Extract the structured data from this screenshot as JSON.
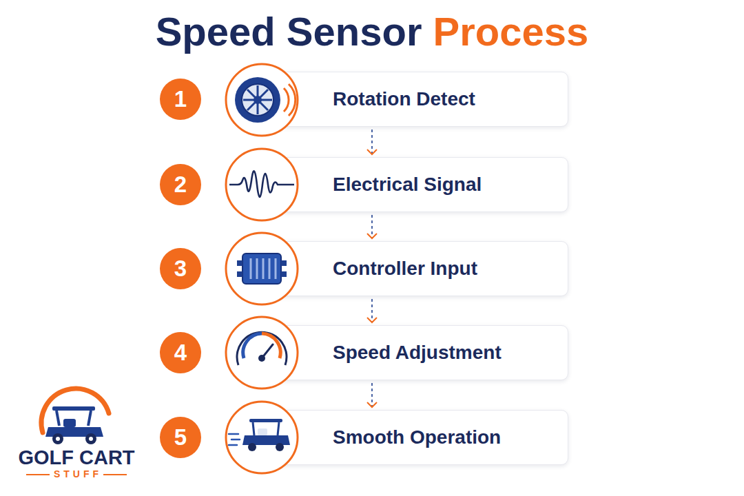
{
  "diagram": {
    "title": "Speed Sensor Process",
    "nodes": [
      {
        "text": [
          "1"
        ]
      },
      {
        "text": [
          "Rotation Detect"
        ]
      },
      {
        "text": [
          "2"
        ]
      },
      {
        "text": [
          "Electrical Signal"
        ]
      },
      {
        "text": [
          "3"
        ]
      },
      {
        "text": [
          "Controller Input"
        ]
      },
      {
        "text": [
          "4"
        ]
      },
      {
        "text": [
          "Speed Adjustment"
        ]
      },
      {
        "text": [
          "5"
        ]
      },
      {
        "text": [
          "Smooth Operation"
        ]
      }
    ],
    "edges": [
      {
        "from": 1,
        "to": 3,
        "arrow": "to"
      },
      {
        "from": 3,
        "to": 5,
        "arrow": "to"
      },
      {
        "from": 5,
        "to": 7,
        "arrow": "to"
      },
      {
        "from": 7,
        "to": 9,
        "arrow": "to"
      }
    ],
    "labels": [
      "GOLF CART",
      "STUFF"
    ]
  }
}
